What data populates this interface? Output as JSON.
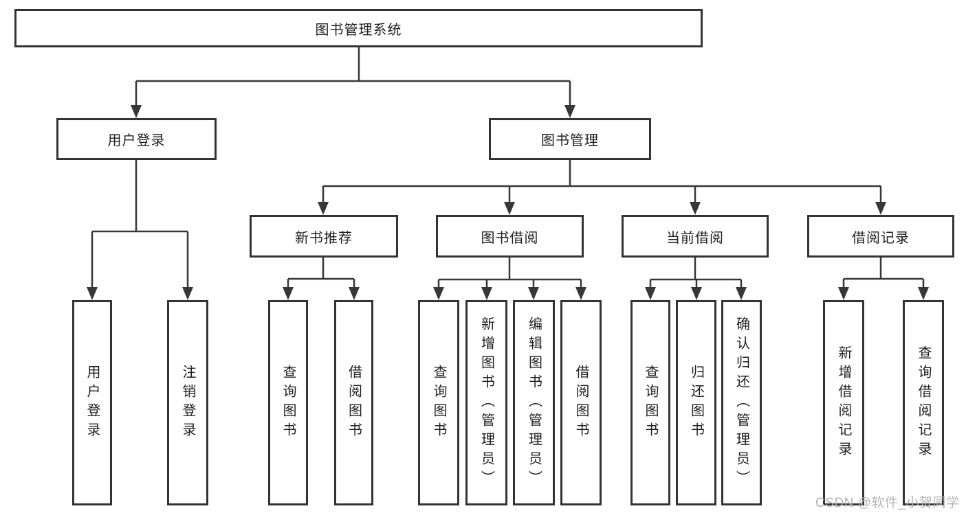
{
  "colors": {
    "background": "#ffffff",
    "box_border": "#333333",
    "connector_line": "#373737",
    "text": "#1e1e1e",
    "watermark": "#b4b4b4"
  },
  "watermark": {
    "text": "CSDN @软件_小贺同学"
  },
  "diagram": {
    "root": {
      "label": "图书管理系统"
    },
    "level1": {
      "user_login": {
        "label": "用户登录"
      },
      "book_management": {
        "label": "图书管理"
      }
    },
    "level2": {
      "new_book_recommend": {
        "label": "新书推荐"
      },
      "book_borrow": {
        "label": "图书借阅"
      },
      "current_borrow": {
        "label": "当前借阅"
      },
      "borrow_records": {
        "label": "借阅记录"
      }
    },
    "leaves": {
      "user_login": [
        "用户登录",
        "注销登录"
      ],
      "new_book_recommend": [
        "查询图书",
        "借阅图书"
      ],
      "book_borrow": [
        "查询图书",
        "新增图书（管理员）",
        "编辑图书（管理员）",
        "借阅图书"
      ],
      "current_borrow": [
        "查询图书",
        "归还图书",
        "确认归还（管理员）"
      ],
      "borrow_records": [
        "新增借阅记录",
        "查询借阅记录"
      ]
    }
  }
}
